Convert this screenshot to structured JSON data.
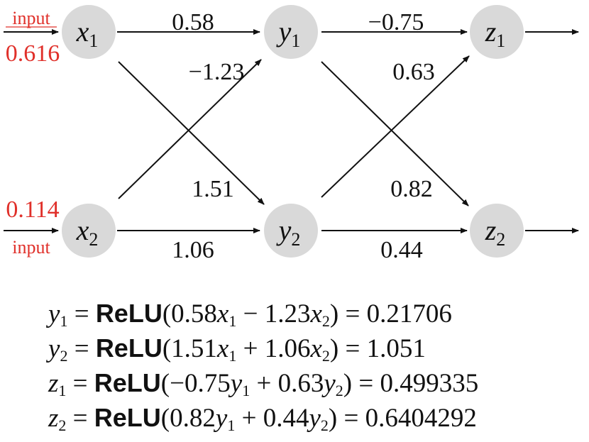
{
  "nodes": {
    "x1": {
      "letter": "x",
      "sub": "1"
    },
    "x2": {
      "letter": "x",
      "sub": "2"
    },
    "y1": {
      "letter": "y",
      "sub": "1"
    },
    "y2": {
      "letter": "y",
      "sub": "2"
    },
    "z1": {
      "letter": "z",
      "sub": "1"
    },
    "z2": {
      "letter": "z",
      "sub": "2"
    }
  },
  "inputs": {
    "x1": {
      "label": "input",
      "value": "0.616"
    },
    "x2": {
      "label": "input",
      "value": "0.114"
    }
  },
  "weights": {
    "x1_y1": "0.58",
    "x2_y1": "−1.23",
    "x1_y2": "1.51",
    "x2_y2": "1.06",
    "y1_z1": "−0.75",
    "y2_z1": "0.63",
    "y1_z2": "0.82",
    "y2_z2": "0.44"
  },
  "equations": [
    {
      "lhs_var": "y",
      "lhs_sub": "1",
      "fn": "ReLU",
      "t1_coef": "0.58",
      "t1_var": "x",
      "t1_sub": "1",
      "op": " − ",
      "t2_coef": "1.23",
      "t2_var": "x",
      "t2_sub": "2",
      "result": "0.21706"
    },
    {
      "lhs_var": "y",
      "lhs_sub": "2",
      "fn": "ReLU",
      "t1_coef": "1.51",
      "t1_var": "x",
      "t1_sub": "1",
      "op": " + ",
      "t2_coef": "1.06",
      "t2_var": "x",
      "t2_sub": "2",
      "result": "1.051"
    },
    {
      "lhs_var": "z",
      "lhs_sub": "1",
      "fn": "ReLU",
      "t1_coef": "−0.75",
      "t1_var": "y",
      "t1_sub": "1",
      "op": " + ",
      "t2_coef": "0.63",
      "t2_var": "y",
      "t2_sub": "2",
      "result": "0.499335"
    },
    {
      "lhs_var": "z",
      "lhs_sub": "2",
      "fn": "ReLU",
      "t1_coef": "0.82",
      "t1_var": "y",
      "t1_sub": "1",
      "op": " + ",
      "t2_coef": "0.44",
      "t2_var": "y",
      "t2_sub": "2",
      "result": "0.6404292"
    }
  ]
}
